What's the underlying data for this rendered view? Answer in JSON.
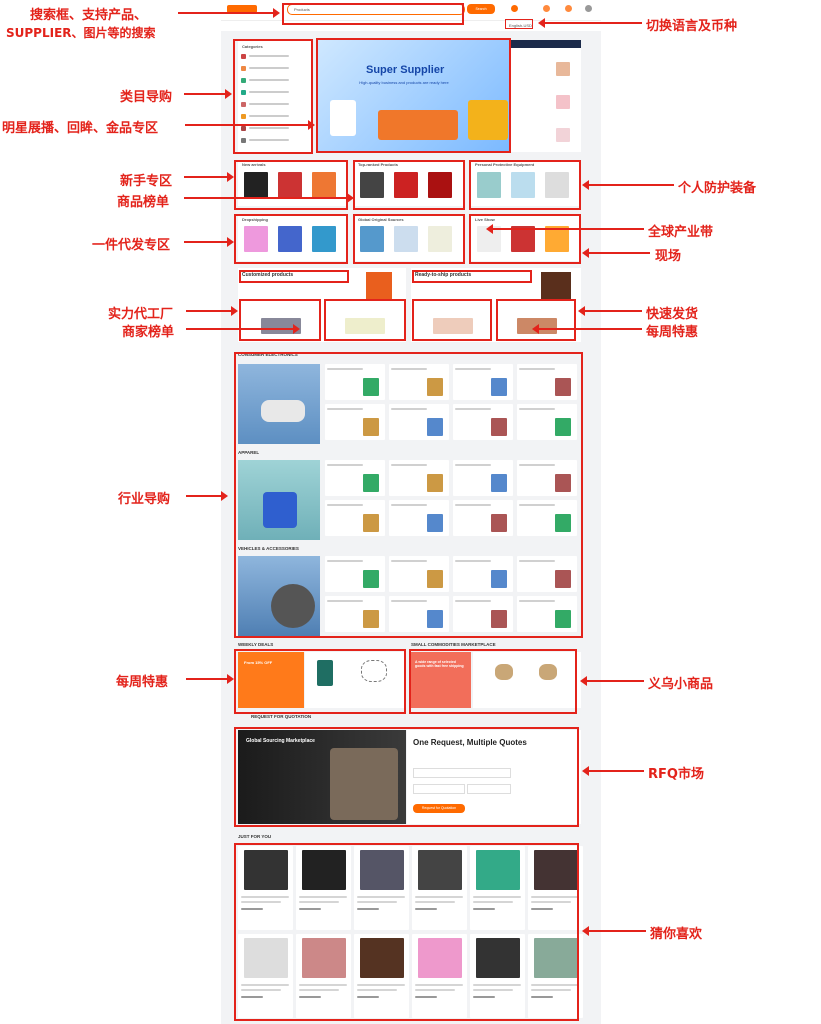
{
  "header": {
    "search_placeholder": "Products",
    "search_button": "Search",
    "lang_currency": "English-USD"
  },
  "hero": {
    "title": "Super Supplier",
    "subtitle": "High-quality business and products are ready here"
  },
  "category_panel": {
    "title": "Categories"
  },
  "sections": {
    "new_user": "New arrivals",
    "top_ranking": "Top-ranked Products",
    "ppe": "Personal Protective Equipment",
    "dropshipping": "Dropshipping",
    "global_origin": "Global Original Sources",
    "you_pick": "Live Show",
    "customized": "Customized products",
    "ready_to_ship": "Ready-to-ship products",
    "consumer_electronics": "CONSUMER ELECTRONICS",
    "apparel": "APPAREL",
    "vehicles": "VEHICLES & ACCESSORIES",
    "weekly_deals": "WEEKLY DEALS",
    "small_commodities": "SMALL COMMODITIES MARKETPLACE",
    "rfq": "REQUEST FOR QUOTATION",
    "just_for_you": "JUST FOR YOU"
  },
  "rfq": {
    "left_title": "Global Sourcing Marketplace",
    "right_title": "One Request, Multiple Quotes",
    "submit": "Request for Quotation"
  },
  "weekly": {
    "banner": "From 15% OFF",
    "small_banner": "A wide range of selected goods with fast free shipping"
  },
  "annotations": {
    "search": "搜索框、支持产品、",
    "search2": "SUPPLIER、图片等的搜索",
    "lang": "切换语言及币种",
    "category": "类目导购",
    "star": "明星展播、回眸、金品专区",
    "newbie": "新手专区",
    "ranking": "商品榜单",
    "ppe": "个人防护装备",
    "dropship": "一件代发专区",
    "belt": "全球产业带",
    "live": "现场",
    "factory": "实力代工厂",
    "merchant": "商家榜单",
    "fast": "快速发货",
    "weekly_top": "每周特惠",
    "industry": "行业导购",
    "weekly": "每周特惠",
    "yiwu": "义乌小商品",
    "rfq": "RFQ市场",
    "guess": "猜你喜欢"
  }
}
